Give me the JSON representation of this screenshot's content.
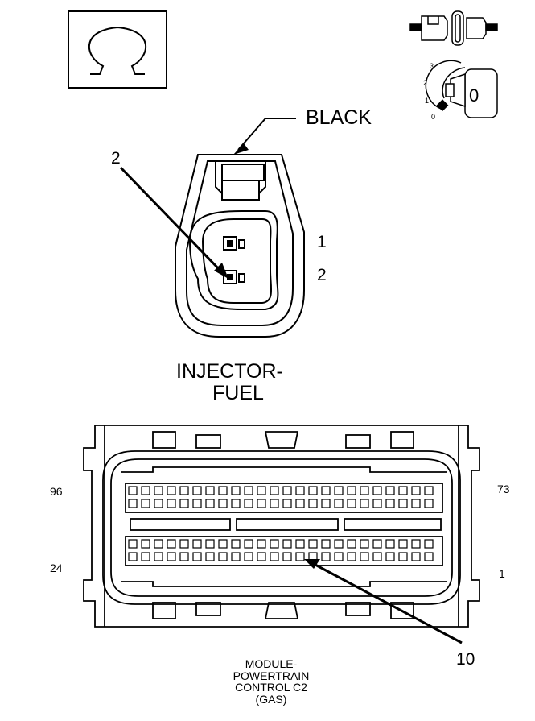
{
  "connector_color": "BLACK",
  "injector": {
    "pin_callout": "2",
    "pin_labels": [
      "1",
      "2"
    ],
    "name_line1": "INJECTOR-",
    "name_line2": "FUEL"
  },
  "pcm": {
    "left_top_pin": "96",
    "left_bottom_pin": "24",
    "right_top_pin": "73",
    "right_bottom_pin": "1",
    "pin_callout": "10",
    "name_lines": [
      "MODULE-",
      "POWERTRAIN",
      "CONTROL C2",
      "(GAS)"
    ]
  },
  "key_switch": {
    "positions": [
      "3",
      "2",
      "1",
      "0"
    ],
    "key_face": "0"
  },
  "symbols": {
    "resistance": "omega-symbol",
    "connector": "connector-icon",
    "ignition": "ignition-key-icon"
  }
}
